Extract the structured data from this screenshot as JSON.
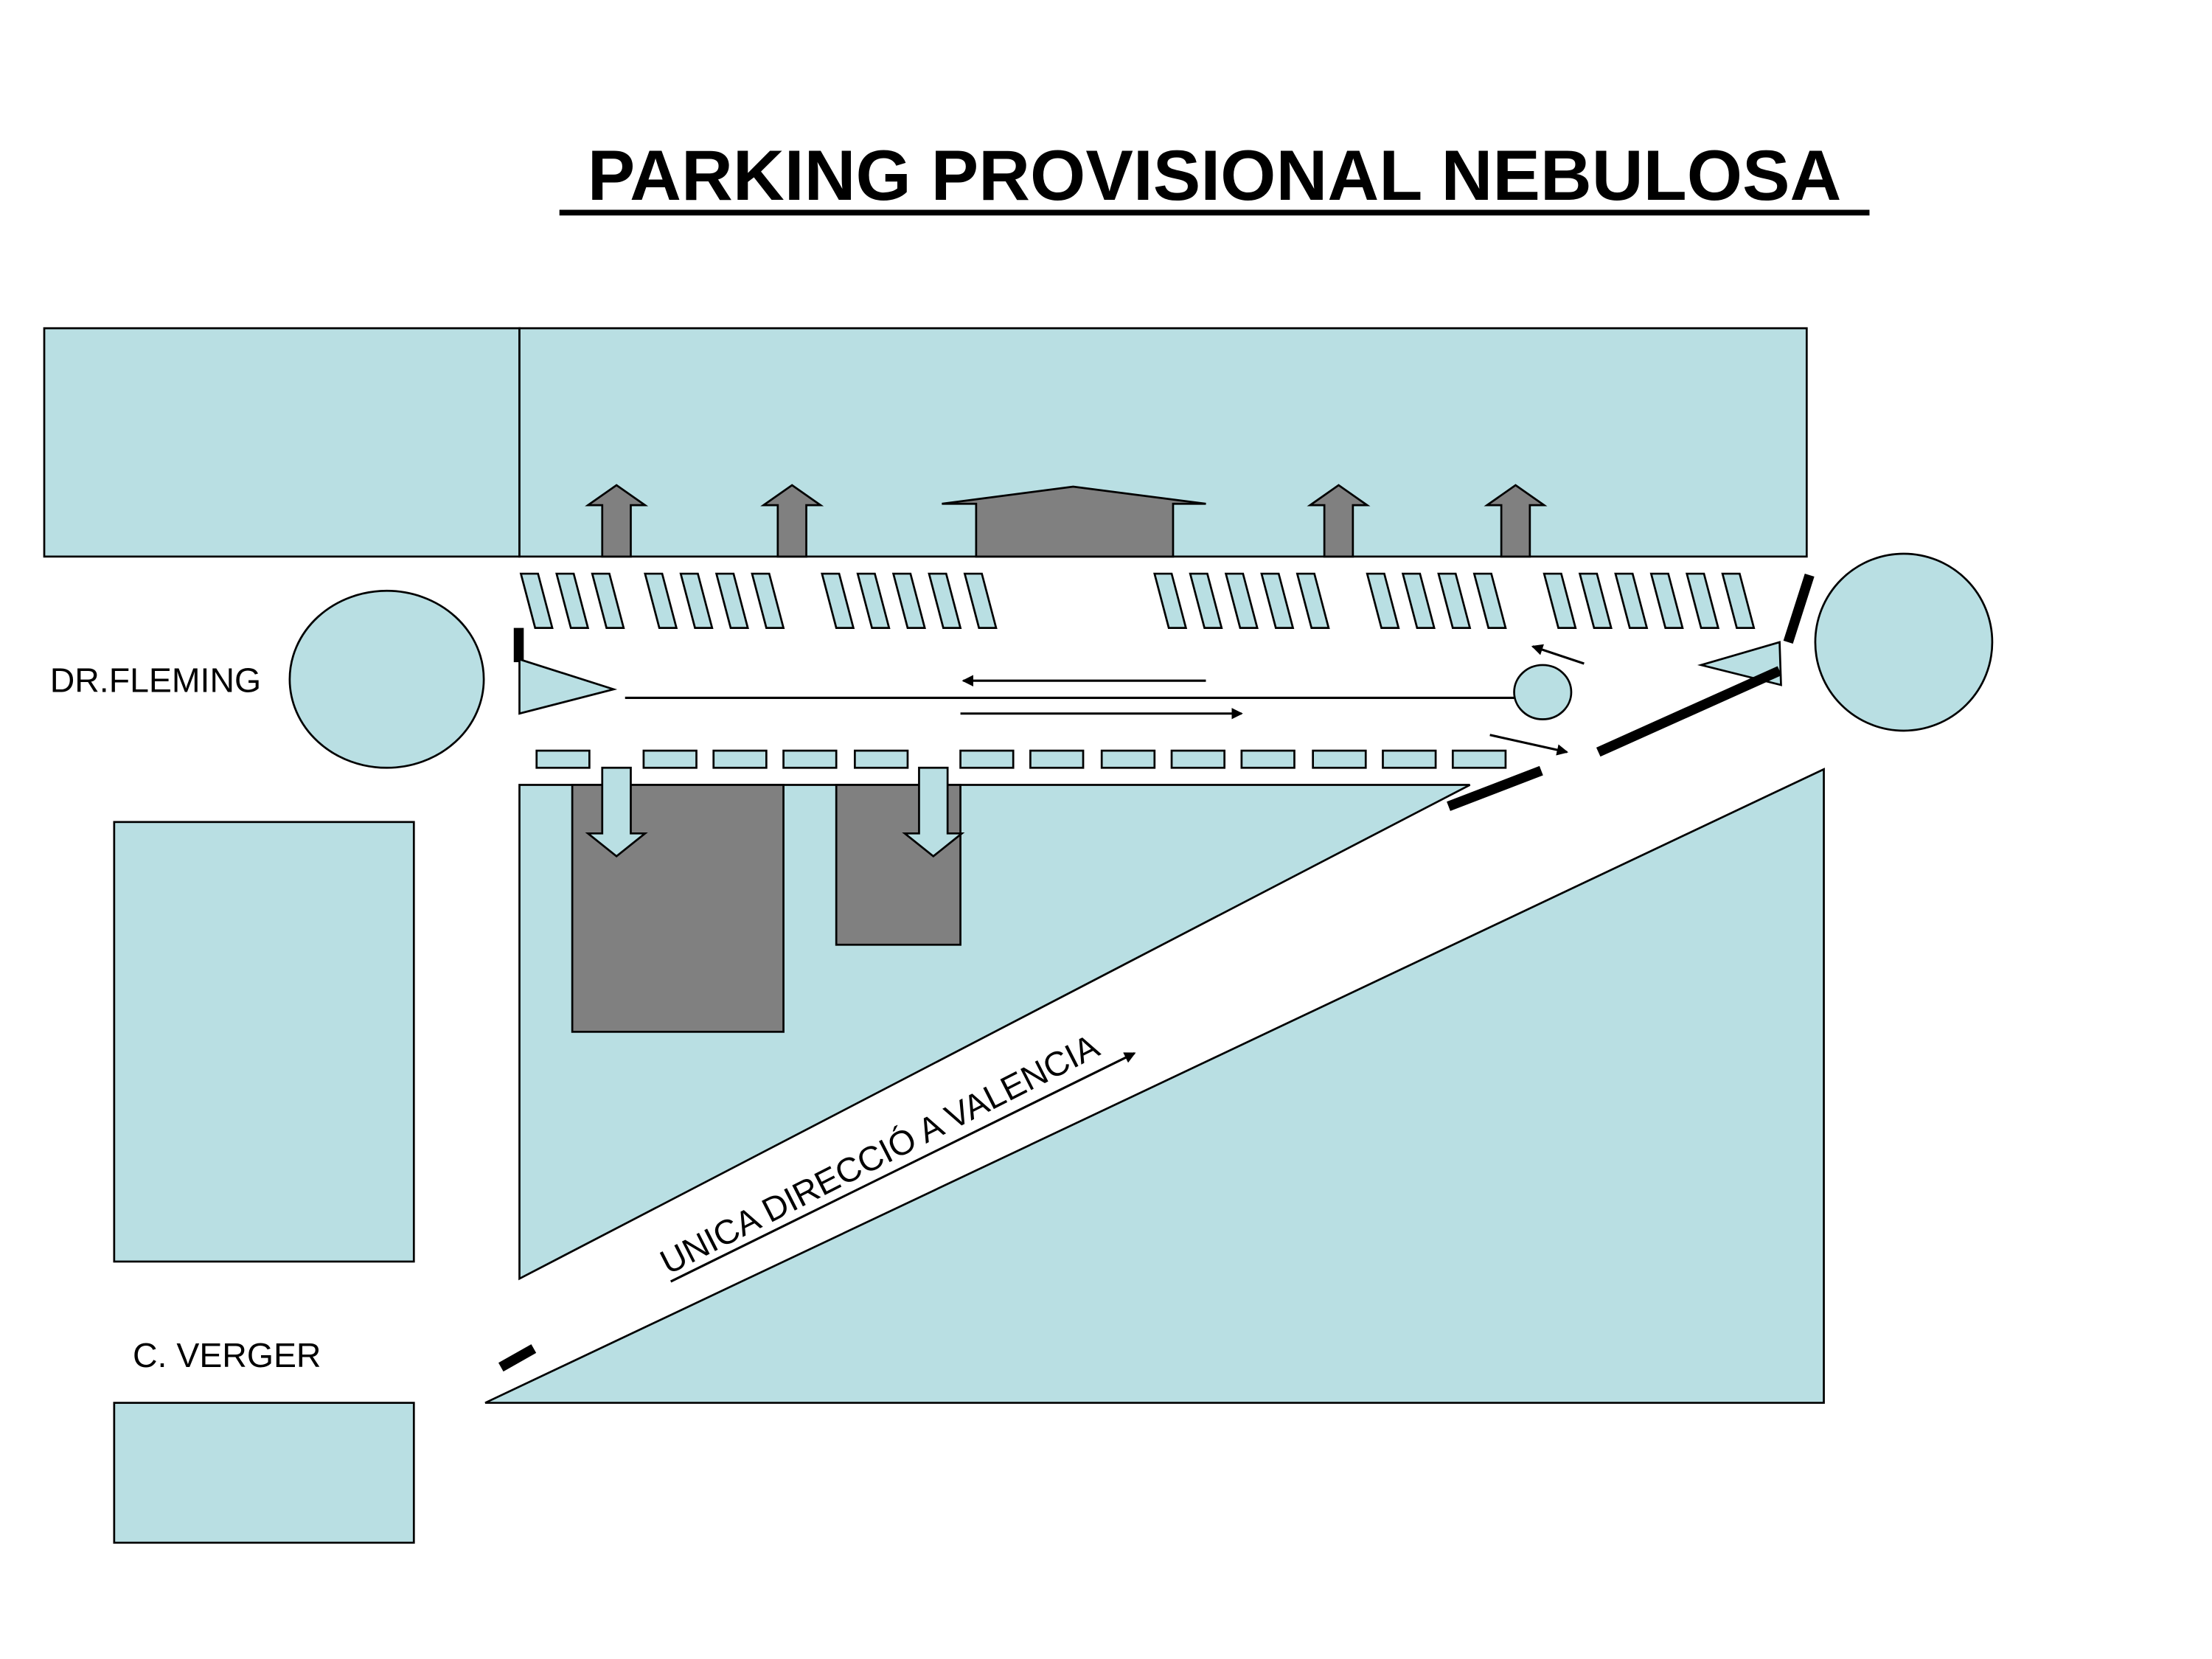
{
  "title": "PARKING PROVISIONAL NEBULOSA",
  "labels": {
    "street_left": "DR.FLEMING",
    "street_bottom": "C. VERGER",
    "direction": "UNICA DIRECCIÓ A VALENCIA"
  },
  "colors": {
    "area_fill": "#b9dfe3",
    "building_fill": "#808080"
  }
}
